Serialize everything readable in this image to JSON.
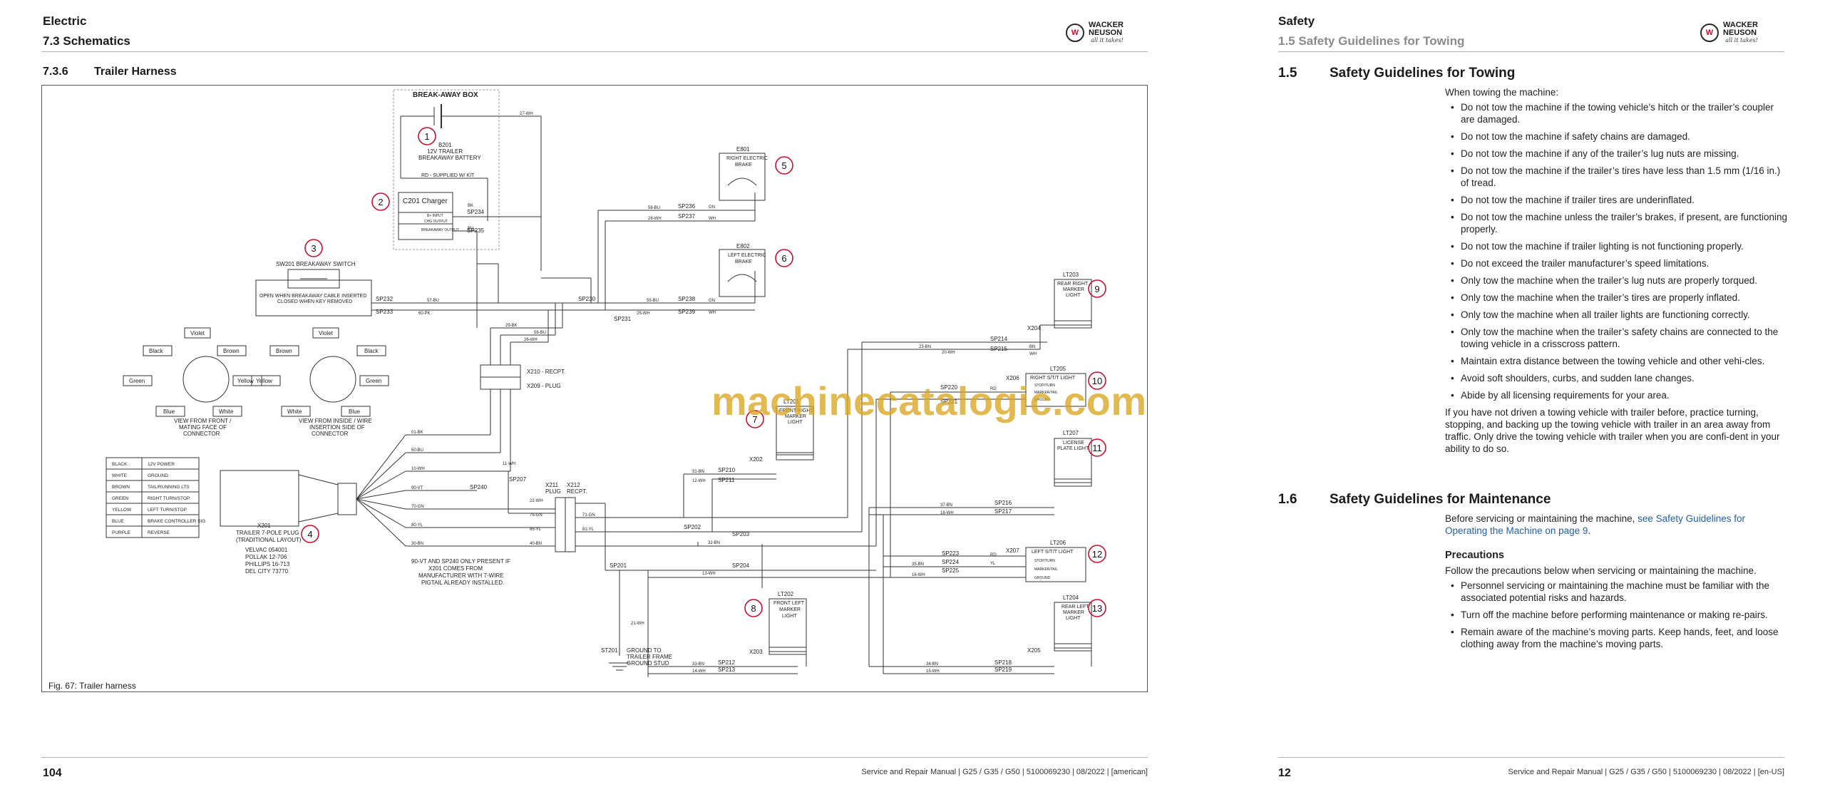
{
  "left_page": {
    "section": "Electric",
    "subsection": "7.3 Schematics",
    "logo": {
      "icon": "wacker-neuson-logo-icon",
      "line1": "WACKER",
      "line2": "NEUSON",
      "tagline": "all it takes!"
    },
    "figure_number": "7.3.6",
    "figure_title": "Trailer Harness",
    "figure_caption": "Fig. 67: Trailer harness",
    "page_number": "104",
    "footer": "Service and Repair Manual | G25 / G35 / G50 | 5100069230 | 08/2022 | [american]"
  },
  "schematic": {
    "breakaway_box_title": "BREAK-AWAY BOX",
    "battery_ref": "B201",
    "battery_line1": "12V TRAILER",
    "battery_line2": "BREAKAWAY BATTERY",
    "supplied_note": "RD - SUPPLIED W/ KIT",
    "charger_label": "C201 Charger",
    "charger_pin1": "B+ INPUT",
    "charger_pin2": "CHG OUTPUT",
    "charger_pin3": "BREAKAWAY OUTPUT",
    "switch_title": "SW201 BREAKAWAY SWITCH",
    "switch_note1": "OPEN WHEN BREAKAWAY CABLE INSERTED",
    "switch_note2": "CLOSED WHEN KEY REMOVED",
    "brake_right_ref": "E801",
    "brake_right_line1": "RIGHT ELECTRIC",
    "brake_right_line2": "BRAKE",
    "brake_left_ref": "E802",
    "brake_left_line1": "LEFT ELECTRIC",
    "brake_left_line2": "BRAKE",
    "recept_label": "X210 - RECPT.",
    "plug_label": "X209 - PLUG",
    "x211_label": "X211",
    "x211_sub": "PLUG",
    "x212_label": "X212",
    "x212_sub": "RECPT.",
    "view_front_line1": "VIEW FROM FRONT /",
    "view_front_line2": "MATING FACE OF",
    "view_front_line3": "CONNECTOR",
    "view_inside_line1": "VIEW FROM INSIDE / WIRE",
    "view_inside_line2": "INSERTION SIDE OF",
    "view_inside_line3": "CONNECTOR",
    "color_violet": "Violet",
    "color_black": "Black",
    "color_brown": "Brown",
    "color_green": "Green",
    "color_yellow": "Yellow",
    "color_blue": "Blue",
    "color_white": "White",
    "legend_table": [
      [
        "BLACK",
        "12V POWER"
      ],
      [
        "WHITE",
        "GROUND"
      ],
      [
        "BROWN",
        "TAIL/RUNNING LTS"
      ],
      [
        "GREEN",
        "RIGHT TURN/STOP"
      ],
      [
        "YELLOW",
        "LEFT TURN/STOP"
      ],
      [
        "BLUE",
        "BRAKE CONTROLLER SIG"
      ],
      [
        "PURPLE",
        "REVERSE"
      ]
    ],
    "plug_ref": "X201",
    "plug_line1": "TRAILER 7-POLE PLUG",
    "plug_line2": "(TRADITIONAL LAYOUT)",
    "plug_part1": "VELVAC 054001",
    "plug_part2": "POLLAK 12-706",
    "plug_part3": "PHILLIPS 16-713",
    "plug_part4": "DEL CITY 73770",
    "plug_note1": "90-VT AND SP240 ONLY PRESENT IF",
    "plug_note2": "X201 COMES FROM",
    "plug_note3": "MANUFACTURER WITH 7-WIRE",
    "plug_note4": "PIGTAIL ALREADY INSTALLED.",
    "ground_ref": "ST201",
    "ground_line1": "GROUND TO",
    "ground_line2": "TRAILER FRAME",
    "ground_line3": "GROUND STUD",
    "lt203": "LT203",
    "lt203_l1": "REAR RIGHT",
    "lt203_l2": "MARKER",
    "lt203_l3": "LIGHT",
    "lt205": "LT205",
    "lt205_l1": "RIGHT S/T/T LIGHT",
    "lt201": "LT201",
    "lt201_l1": "FRONT RIGHT",
    "lt201_l2": "MARKER",
    "lt201_l3": "LIGHT",
    "lt207": "LT207",
    "lt207_l1": "LICENSE",
    "lt207_l2": "PLATE LIGHT",
    "lt206": "LT206",
    "lt206_l1": "LEFT S/T/T LIGHT",
    "lt202": "LT202",
    "lt202_l1": "FRONT LEFT",
    "lt202_l2": "MARKER",
    "lt202_l3": "LIGHT",
    "lt204": "LT204",
    "lt204_l1": "REAR LEFT",
    "lt204_l2": "MARKER",
    "lt204_l3": "LIGHT",
    "stop_turn": "STOP/TURN",
    "marker_tail": "MARKER/TAIL",
    "ground_pin": "GROUND",
    "x202": "X202",
    "x203": "X203",
    "x204": "X204",
    "x205": "X205",
    "x206": "X206",
    "x207": "X207",
    "callouts": [
      "1",
      "2",
      "3",
      "4",
      "5",
      "6",
      "7",
      "8",
      "9",
      "10",
      "11",
      "12",
      "13"
    ],
    "splices": {
      "sp234": "SP234",
      "sp235": "SP235",
      "sp236": "SP236",
      "sp237": "SP237",
      "sp238": "SP238",
      "sp239": "SP239",
      "sp230": "SP230",
      "sp231": "SP231",
      "sp232": "SP232",
      "sp233": "SP233",
      "sp214": "SP214",
      "sp215": "SP215",
      "sp220": "SP220",
      "sp221": "SP221",
      "sp210": "SP210",
      "sp211": "SP211",
      "sp240": "SP240",
      "sp207": "SP207",
      "sp202": "SP202",
      "sp203": "SP203",
      "sp216": "SP216",
      "sp217": "SP217",
      "sp223": "SP223",
      "sp224": "SP224",
      "sp225": "SP225",
      "sp204": "SP204",
      "sp201": "SP201",
      "sp212": "SP212",
      "sp213": "SP213",
      "sp218": "SP218",
      "sp219": "SP219"
    },
    "wires": {
      "w27wh": "27-WH",
      "w58bu": "58-BU",
      "w28wh": "28-WH",
      "w57bu": "57-BU",
      "w60pk": "60-PK",
      "w55bu": "55-BU",
      "w25wh": "25-WH",
      "w29bk": "29-BK",
      "w56bu": "56-BU",
      "w26wh": "26-WH",
      "w23bn": "23-BN",
      "w20wh": "20-WH",
      "w01bk": "01-BK",
      "w50bu": "50-BU",
      "w10wh": "10-WH",
      "w90vt": "90-VT",
      "w70gn": "70-GN",
      "w80yl": "80-YL",
      "w30bn": "30-BN",
      "w11wh": "11-WH",
      "w22wh": "22-WH",
      "w75gn": "75-GN",
      "w85yl": "85-YL",
      "w40bn": "40-BN",
      "w71gn": "71-GN",
      "w81yl": "81-YL",
      "w31bn": "31-BN",
      "w12wh": "12-WH",
      "w32bn": "32-BN",
      "w13wh": "13-WH",
      "w21wh": "21-WH",
      "w33bn": "33-BN",
      "w14wh": "14-WH",
      "w34bn": "34-BN",
      "w15wh": "15-WH",
      "w37bn": "37-BN",
      "w18wh": "18-WH",
      "w35bn": "35-BN",
      "w16wh": "16-WH",
      "bk": "BK",
      "bu": "BU",
      "gn": "GN",
      "wh": "WH",
      "bn": "BN",
      "rd": "RD",
      "yl": "YL"
    }
  },
  "watermark": "machinecatalogic.com",
  "right_page": {
    "section": "Safety",
    "subsection": "1.5 Safety Guidelines for Towing",
    "logo": {
      "icon": "wacker-neuson-logo-icon",
      "line1": "WACKER",
      "line2": "NEUSON",
      "tagline": "all it takes!"
    },
    "s15_number": "1.5",
    "s15_title": "Safety Guidelines for Towing",
    "s15_intro": "When towing the machine:",
    "s15_bullets": [
      "Do not tow the machine if the towing vehicle’s hitch or the trailer’s coupler are damaged.",
      "Do not tow the machine if safety chains are damaged.",
      "Do not tow the machine if any of the trailer’s lug nuts are missing.",
      "Do not tow the machine if the trailer’s tires have less than 1.5 mm (1/16 in.) of tread.",
      "Do not tow the machine if trailer tires are underinflated.",
      "Do not tow the machine unless the trailer’s brakes, if present, are functioning properly.",
      "Do not tow the machine if trailer lighting is not functioning properly.",
      "Do not exceed the trailer manufacturer’s speed limitations.",
      "Only tow the machine when the trailer’s lug nuts are properly torqued.",
      "Only tow the machine when the trailer’s tires are properly inflated.",
      "Only tow the machine when all trailer lights are functioning correctly.",
      "Only tow the machine when the trailer’s safety chains are connected to the towing vehicle in a crisscross pattern.",
      "Maintain extra distance between the towing vehicle and other vehi-cles.",
      "Avoid soft shoulders, curbs, and sudden lane changes.",
      "Abide by all licensing requirements for your area."
    ],
    "s15_outro": "If you have not driven a towing vehicle with trailer before, practice turning, stopping, and backing up the towing vehicle with trailer in an area away from traffic. Only drive the towing vehicle with trailer when you are confi-dent in your ability to do so.",
    "s16_number": "1.6",
    "s16_title": "Safety Guidelines for Maintenance",
    "s16_intro": "Before servicing or maintaining the machine, ",
    "s16_link": "see Safety Guidelines for Operating the Machine on page 9",
    "s16_intro_end": ".",
    "precautions_title": "Precautions",
    "precautions_intro": "Follow the precautions below when servicing or maintaining the machine.",
    "precautions_bullets": [
      "Personnel servicing or maintaining the machine must be familiar with the associated potential risks and hazards.",
      "Turn off the machine before performing maintenance or making re-pairs.",
      "Remain aware of the machine’s moving parts. Keep hands, feet, and loose clothing away from the machine’s moving parts."
    ],
    "page_number": "12",
    "footer": "Service and Repair Manual | G25 / G35 / G50 | 5100069230 | 08/2022 | [en-US]"
  }
}
